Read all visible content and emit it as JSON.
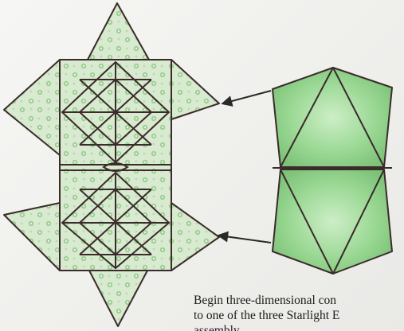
{
  "page": {
    "caption_lines": [
      "Begin three-dimensional con",
      "to one of the three Starlight E",
      "assembly"
    ]
  },
  "colors": {
    "paper_background": "#f1f1ef",
    "pattern_green_light": "#dcebd2",
    "pattern_green": "#bfddb2",
    "flower_motif": "#8fc68a",
    "model_green": "#8fd08a",
    "model_green_dark": "#6fb86c",
    "crease_line": "#3b2b2b"
  },
  "icons": {
    "left": "folded-sheet-diagram",
    "right": "folded-module-diagram",
    "pointers": "arrow-icon"
  }
}
